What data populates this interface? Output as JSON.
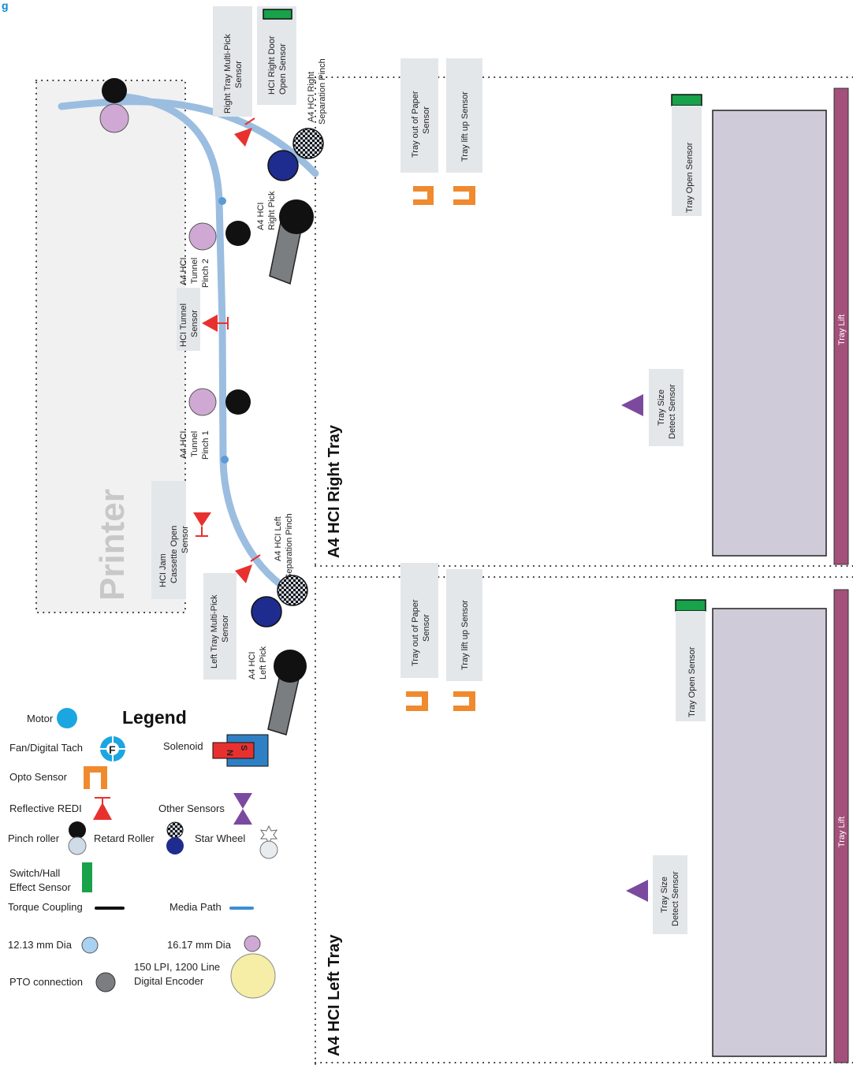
{
  "figure_label": "g",
  "printer_label": "Printer",
  "right_tray": {
    "title": "A4 HCI Right Tray",
    "tray_out_of_paper": [
      "Tray out of Paper",
      "Sensor"
    ],
    "tray_lift_up": "Tray lift up Sensor",
    "tray_open": "Tray Open Sensor",
    "tray_size": [
      "Tray Size",
      "Detect Sensor"
    ],
    "tray_lift": "Tray Lift"
  },
  "left_tray": {
    "title": "A4 HCI Left Tray",
    "tray_out_of_paper": [
      "Tray out of Paper",
      "Sensor"
    ],
    "tray_lift_up": "Tray lift up Sensor",
    "tray_open": "Tray Open Sensor",
    "tray_size": [
      "Tray Size",
      "Detect Sensor"
    ],
    "tray_lift": "Tray Lift"
  },
  "path_labels": {
    "right_multi_pick": [
      "Right Tray Multi-Pick",
      "Sensor"
    ],
    "right_door": [
      "HCI Right Door",
      "Open Sensor"
    ],
    "right_sep_pinch": [
      "A4 HCI Right",
      "Separation Pinch"
    ],
    "right_pick": [
      "A4 HCI",
      "Right Pick"
    ],
    "tunnel_pinch2": [
      "A4 HCI",
      "Tunnel",
      "Pinch 2"
    ],
    "tunnel_sensor": [
      "HCI Tunnel",
      "Sensor"
    ],
    "tunnel_pinch1": [
      "A4 HCI",
      "Tunnel",
      "Pinch 1"
    ],
    "jam_sensor": [
      "HCI Jam",
      "Cassette Open",
      "Sensor"
    ],
    "left_sep_pinch": [
      "A4 HCI Left",
      "Separation Pinch"
    ],
    "left_multi_pick": [
      "Left Tray Multi-Pick",
      "Sensor"
    ],
    "left_pick": [
      "A4 HCI",
      "Left Pick"
    ]
  },
  "legend": {
    "title": "Legend",
    "motor": "Motor",
    "fan": "Fan/Digital Tach",
    "fan_letter": "F",
    "solenoid": "Solenoid",
    "solenoid_n": "N",
    "solenoid_s": "S",
    "opto": "Opto Sensor",
    "reflective": "Reflective REDI",
    "other_sensors": "Other Sensors",
    "pinch": "Pinch roller",
    "retard": "Retard Roller",
    "star": "Star Wheel",
    "switch": [
      "Switch/Hall",
      "Effect Sensor"
    ],
    "torque": "Torque Coupling",
    "media_path": "Media Path",
    "dia12": "12.13 mm Dia",
    "dia16": "16.17 mm Dia",
    "encoder": [
      "150 LPI, 1200 Line",
      "Digital Encoder"
    ],
    "pto": "PTO connection"
  },
  "colors": {
    "media_path": "#9bbde0",
    "pink_roller": "#cfa9d4",
    "navy_roller": "#1f2c8f",
    "red_sensor": "#e8312f",
    "opto": "#f08a2e",
    "green_switch": "#18a24a",
    "tray_lift": "#a3507a",
    "tray_body": "#cfcbd9",
    "purple_sensor": "#7b4a9e",
    "motor": "#1ba6e2",
    "encoder": "#f6eda6",
    "pto": "#7b7e80"
  }
}
